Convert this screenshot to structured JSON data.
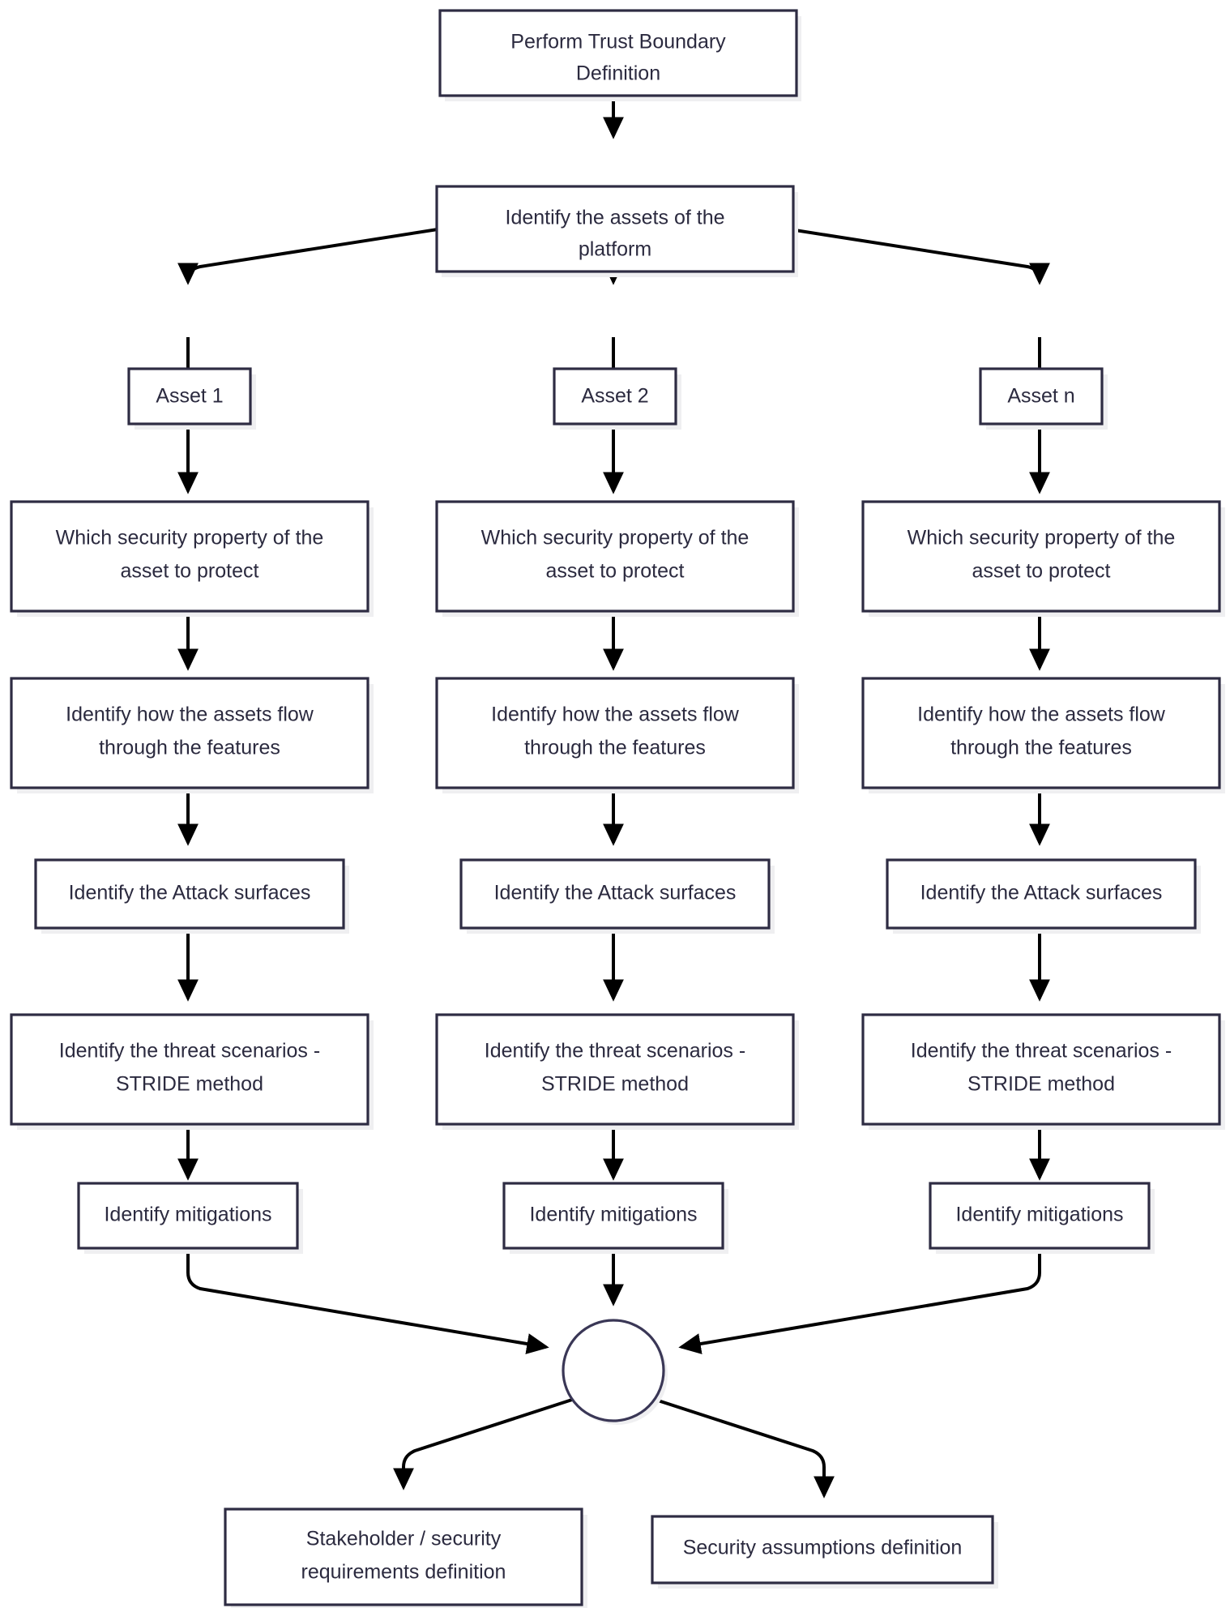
{
  "diagram": {
    "title": "Threat modeling process flowchart",
    "colors": {
      "box_border": "#2e2c43",
      "box_fill": "#ffffff",
      "box_shadow": "#efeff1",
      "edge": "#000000",
      "text": "#2b2a3f",
      "junction_stroke": "#3a3756",
      "background": "#ffffff"
    },
    "nodes": {
      "start": {
        "label": "Perform Trust Boundary Definition",
        "line1": "Perform Trust Boundary",
        "line2": "Definition"
      },
      "identify_assets": {
        "label": "Identify the assets of the platform",
        "line1": "Identify the assets of the",
        "line2": "platform"
      },
      "asset1": {
        "label": "Asset 1"
      },
      "asset2": {
        "label": "Asset 2"
      },
      "assetn": {
        "label": "Asset n"
      },
      "security_property": {
        "label": "Which security property of the asset to protect",
        "line1": "Which security property of the",
        "line2": "asset to protect"
      },
      "assets_flow": {
        "label": "Identify how the assets flow through the features",
        "line1": "Identify how the assets flow",
        "line2": "through the features"
      },
      "attack_surfaces": {
        "label": "Identify the Attack surfaces",
        "line1": "Identify the Attack surfaces",
        "line2": ""
      },
      "threat_scenarios": {
        "label": "Identify the threat scenarios - STRIDE method",
        "line1": "Identify the threat scenarios -",
        "line2": "STRIDE method"
      },
      "mitigations": {
        "label": "Identify mitigations",
        "line1": "Identify mitigations",
        "line2": ""
      },
      "junction": {
        "label": ""
      },
      "stakeholder": {
        "label": "Stakeholder / security requirements definition",
        "line1": "Stakeholder / security",
        "line2": "requirements definition"
      },
      "assumptions": {
        "label": "Security assumptions definition",
        "line1": "Security assumptions definition",
        "line2": ""
      }
    },
    "columns": [
      {
        "id": "col-asset-1",
        "asset_key": "asset1"
      },
      {
        "id": "col-asset-2",
        "asset_key": "asset2"
      },
      {
        "id": "col-asset-n",
        "asset_key": "assetn"
      }
    ]
  }
}
